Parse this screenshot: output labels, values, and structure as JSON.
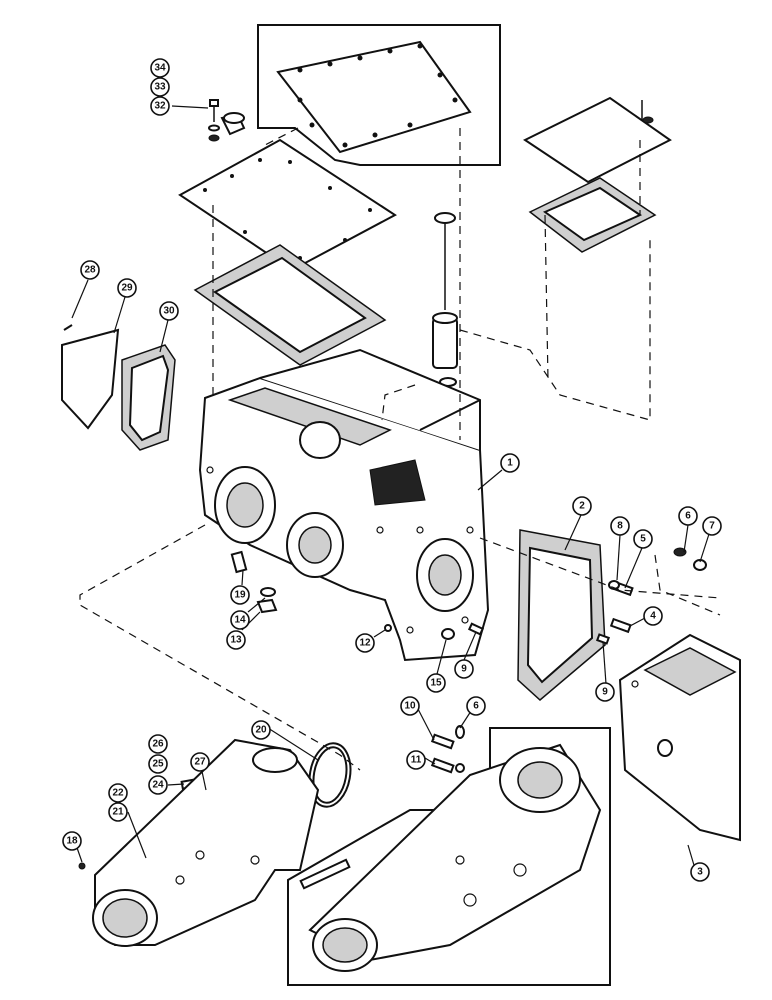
{
  "callouts": [
    {
      "id": "c34",
      "label": "34"
    },
    {
      "id": "c33",
      "label": "33"
    },
    {
      "id": "c32",
      "label": "32"
    },
    {
      "id": "c28",
      "label": "28"
    },
    {
      "id": "c29",
      "label": "29"
    },
    {
      "id": "c30",
      "label": "30"
    },
    {
      "id": "c1",
      "label": "1"
    },
    {
      "id": "c2",
      "label": "2"
    },
    {
      "id": "c8",
      "label": "8"
    },
    {
      "id": "c5",
      "label": "5"
    },
    {
      "id": "c6a",
      "label": "6"
    },
    {
      "id": "c7",
      "label": "7"
    },
    {
      "id": "c19",
      "label": "19"
    },
    {
      "id": "c14",
      "label": "14"
    },
    {
      "id": "c13",
      "label": "13"
    },
    {
      "id": "c12",
      "label": "12"
    },
    {
      "id": "c15",
      "label": "15"
    },
    {
      "id": "c9a",
      "label": "9"
    },
    {
      "id": "c4",
      "label": "4"
    },
    {
      "id": "c9b",
      "label": "9"
    },
    {
      "id": "c10",
      "label": "10"
    },
    {
      "id": "c6b",
      "label": "6"
    },
    {
      "id": "c11",
      "label": "11"
    },
    {
      "id": "c20",
      "label": "20"
    },
    {
      "id": "c26",
      "label": "26"
    },
    {
      "id": "c25",
      "label": "25"
    },
    {
      "id": "c24",
      "label": "24"
    },
    {
      "id": "c27",
      "label": "27"
    },
    {
      "id": "c22",
      "label": "22"
    },
    {
      "id": "c21",
      "label": "21"
    },
    {
      "id": "c18",
      "label": "18"
    },
    {
      "id": "c3",
      "label": "3"
    }
  ]
}
